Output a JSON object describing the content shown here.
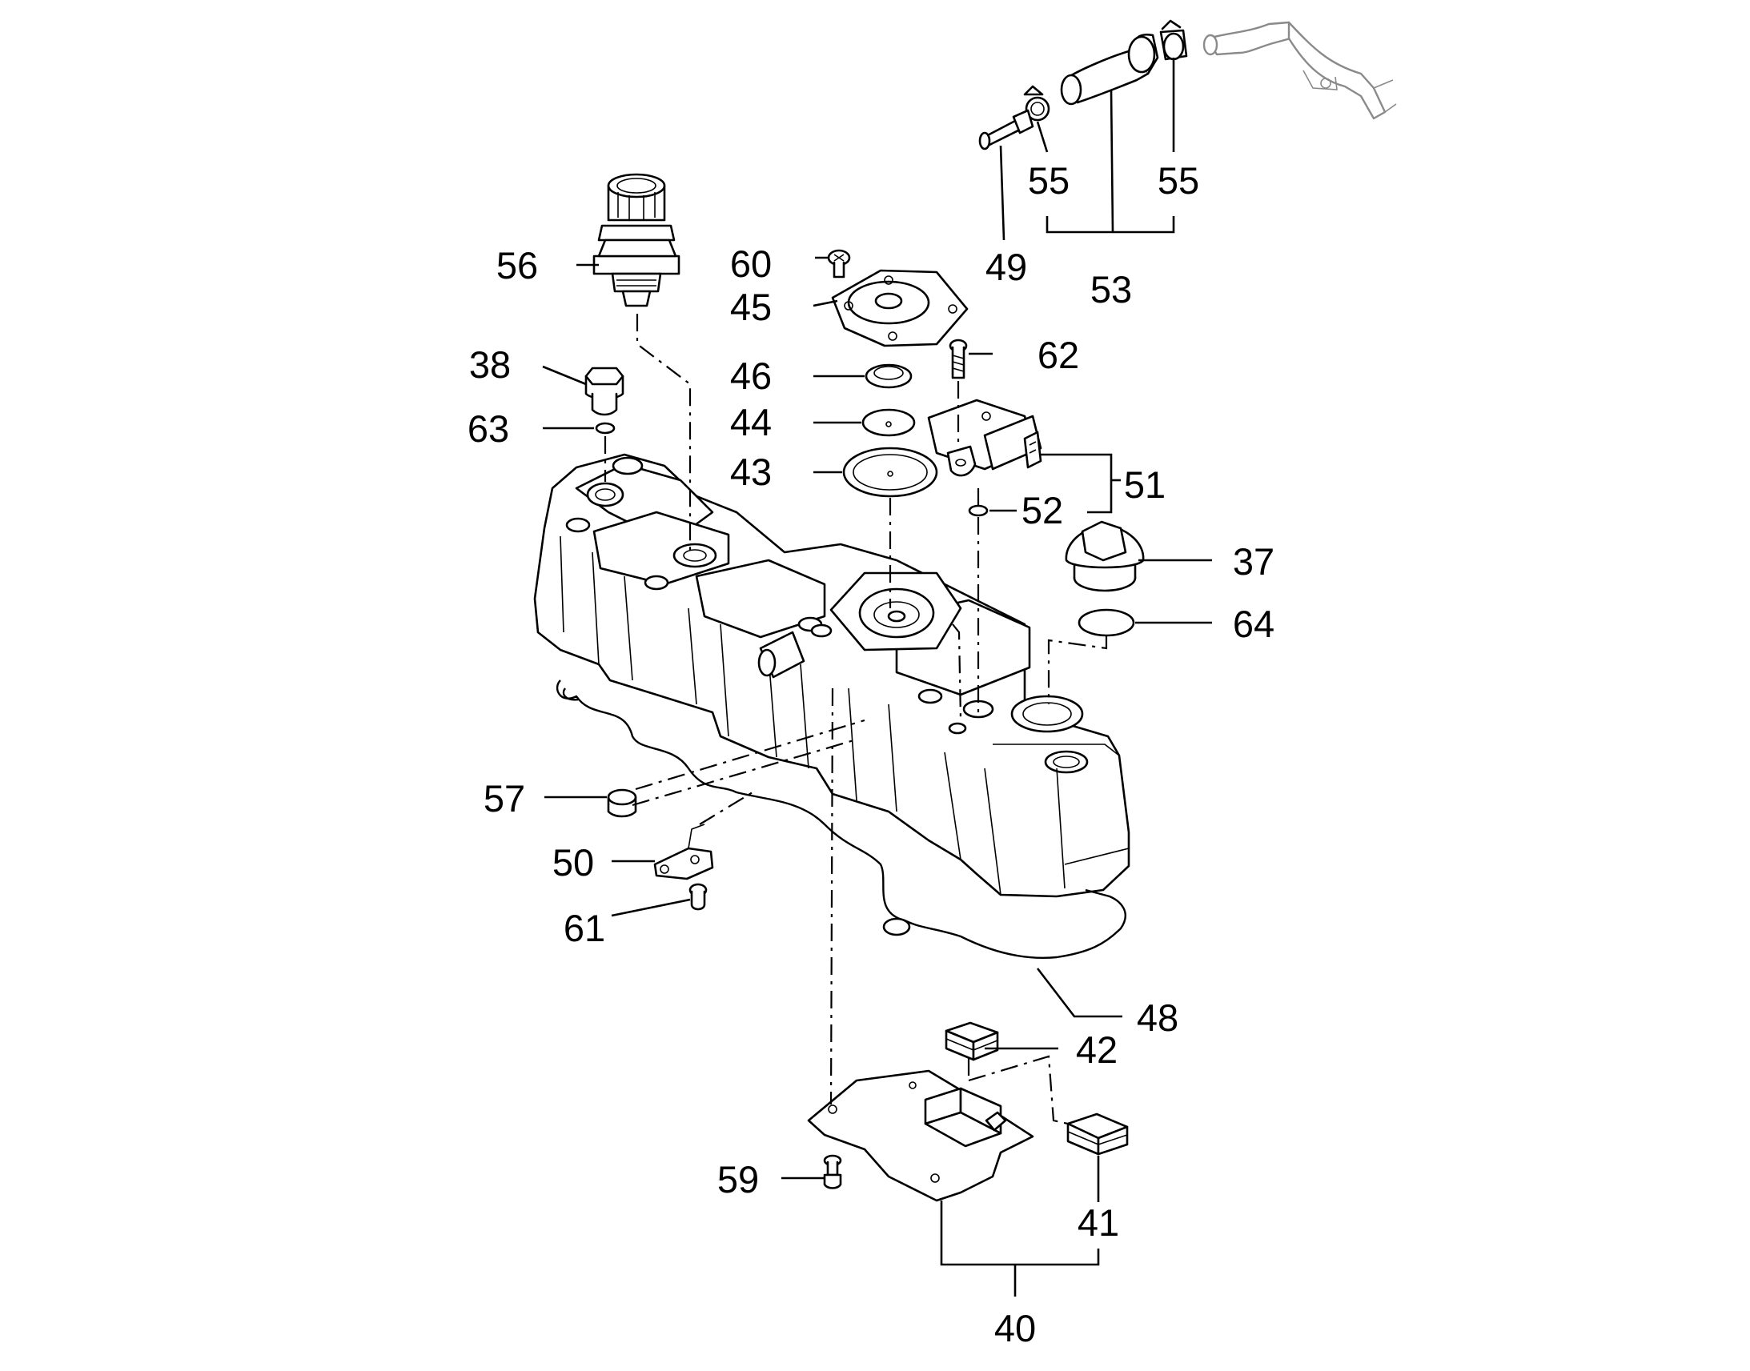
{
  "diagram": {
    "callouts": [
      {
        "id": "c55a",
        "text": "55"
      },
      {
        "id": "c55b",
        "text": "55"
      },
      {
        "id": "c49",
        "text": "49"
      },
      {
        "id": "c53",
        "text": "53"
      },
      {
        "id": "c56",
        "text": "56"
      },
      {
        "id": "c60",
        "text": "60"
      },
      {
        "id": "c45",
        "text": "45"
      },
      {
        "id": "c62",
        "text": "62"
      },
      {
        "id": "c38",
        "text": "38"
      },
      {
        "id": "c46",
        "text": "46"
      },
      {
        "id": "c63",
        "text": "63"
      },
      {
        "id": "c44",
        "text": "44"
      },
      {
        "id": "c43",
        "text": "43"
      },
      {
        "id": "c51",
        "text": "51"
      },
      {
        "id": "c52",
        "text": "52"
      },
      {
        "id": "c37",
        "text": "37"
      },
      {
        "id": "c64",
        "text": "64"
      },
      {
        "id": "c57",
        "text": "57"
      },
      {
        "id": "c50",
        "text": "50"
      },
      {
        "id": "c61",
        "text": "61"
      },
      {
        "id": "c48",
        "text": "48"
      },
      {
        "id": "c42",
        "text": "42"
      },
      {
        "id": "c59",
        "text": "59"
      },
      {
        "id": "c41",
        "text": "41"
      },
      {
        "id": "c40",
        "text": "40"
      }
    ]
  }
}
